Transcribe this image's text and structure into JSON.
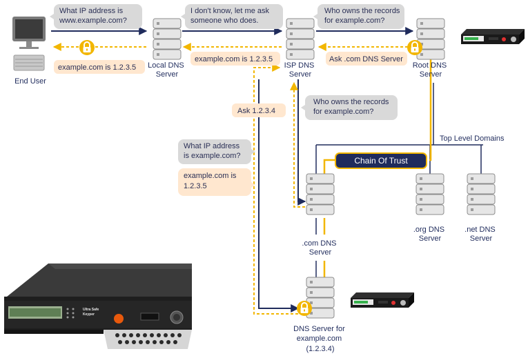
{
  "nodes": {
    "end_user": "End User",
    "local_dns": [
      "Local DNS",
      "Server"
    ],
    "isp_dns": [
      "ISP DNS",
      "Server"
    ],
    "root_dns": [
      "Root DNS",
      "Server"
    ],
    "com_dns": [
      ".com DNS",
      "Server"
    ],
    "org_dns": [
      ".org DNS",
      "Server"
    ],
    "net_dns": [
      ".net DNS",
      "Server"
    ],
    "auth_dns": [
      "DNS Server for",
      "example.com",
      "(1.2.3.4)"
    ]
  },
  "messages": {
    "q_user": [
      "What IP address is",
      "www.example.com?"
    ],
    "q_local": [
      "I don't know, let me ask",
      "someone who does."
    ],
    "q_isp_root": [
      "Who owns the records",
      "for example.com?"
    ],
    "a_local_user": "example.com is 1.2.3.5",
    "a_isp_local": "example.com is 1.2.3.5",
    "a_root_isp": "Ask .com DNS Server",
    "a_com_isp": "Ask 1.2.3.4",
    "q_isp_com": [
      "Who owns the records",
      "for example.com?"
    ],
    "q_isp_auth": [
      "What IP address",
      "is example.com?"
    ],
    "a_auth_isp": [
      "example.com is",
      "1.2.3.5"
    ]
  },
  "labels": {
    "top_level_domains": "Top Level Domains",
    "chain_of_trust": "Chain Of Trust"
  },
  "device": {
    "brand": "Ultra Safe",
    "model": "Keyper"
  },
  "colors": {
    "navy": "#1f2b5c",
    "gold": "#f2b600",
    "bubble_gray": "#d9d9d9",
    "bubble_tan": "#ffe7cf"
  }
}
